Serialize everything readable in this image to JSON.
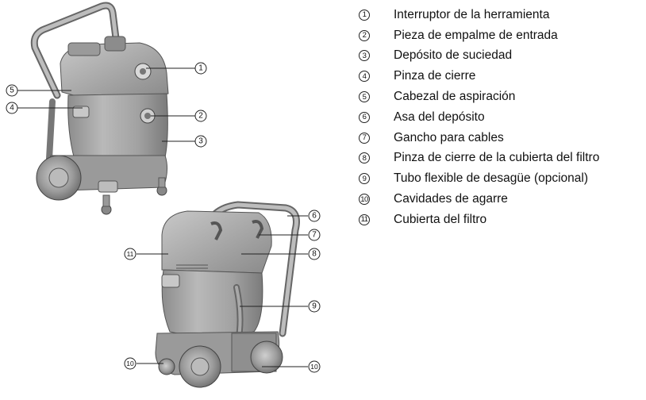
{
  "legend": [
    {
      "num": "1",
      "text": "Interruptor de la herramienta"
    },
    {
      "num": "2",
      "text": "Pieza de empalme de entrada"
    },
    {
      "num": "3",
      "text": "Depósito de suciedad"
    },
    {
      "num": "4",
      "text": "Pinza de cierre"
    },
    {
      "num": "5",
      "text": "Cabezal de aspiración"
    },
    {
      "num": "6",
      "text": "Asa del depósito"
    },
    {
      "num": "7",
      "text": "Gancho para cables"
    },
    {
      "num": "8",
      "text": "Pinza de cierre de la cubierta del filtro"
    },
    {
      "num": "9",
      "text": "Tubo flexible de desagüe (opcional)"
    },
    {
      "num": "10",
      "text": "Cavidades de agarre"
    },
    {
      "num": "11",
      "text": "Cubierta del filtro"
    }
  ],
  "callouts_front": [
    "1",
    "2",
    "3",
    "4",
    "5"
  ],
  "callouts_rear": [
    "6",
    "7",
    "8",
    "9",
    "10",
    "10",
    "11"
  ]
}
